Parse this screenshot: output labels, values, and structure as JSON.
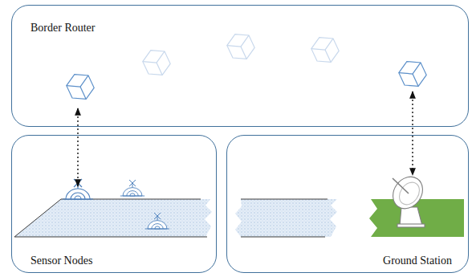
{
  "diagram": {
    "nodes": [
      {
        "text": [
          "Border Router"
        ]
      },
      {
        "text": [
          "Sensor Nodes"
        ]
      },
      {
        "text": [
          "Ground Station"
        ]
      }
    ],
    "edges": [
      {
        "from": 0,
        "to": 1,
        "arrow": "both"
      },
      {
        "from": 0,
        "to": 2,
        "arrow": "both"
      }
    ]
  }
}
